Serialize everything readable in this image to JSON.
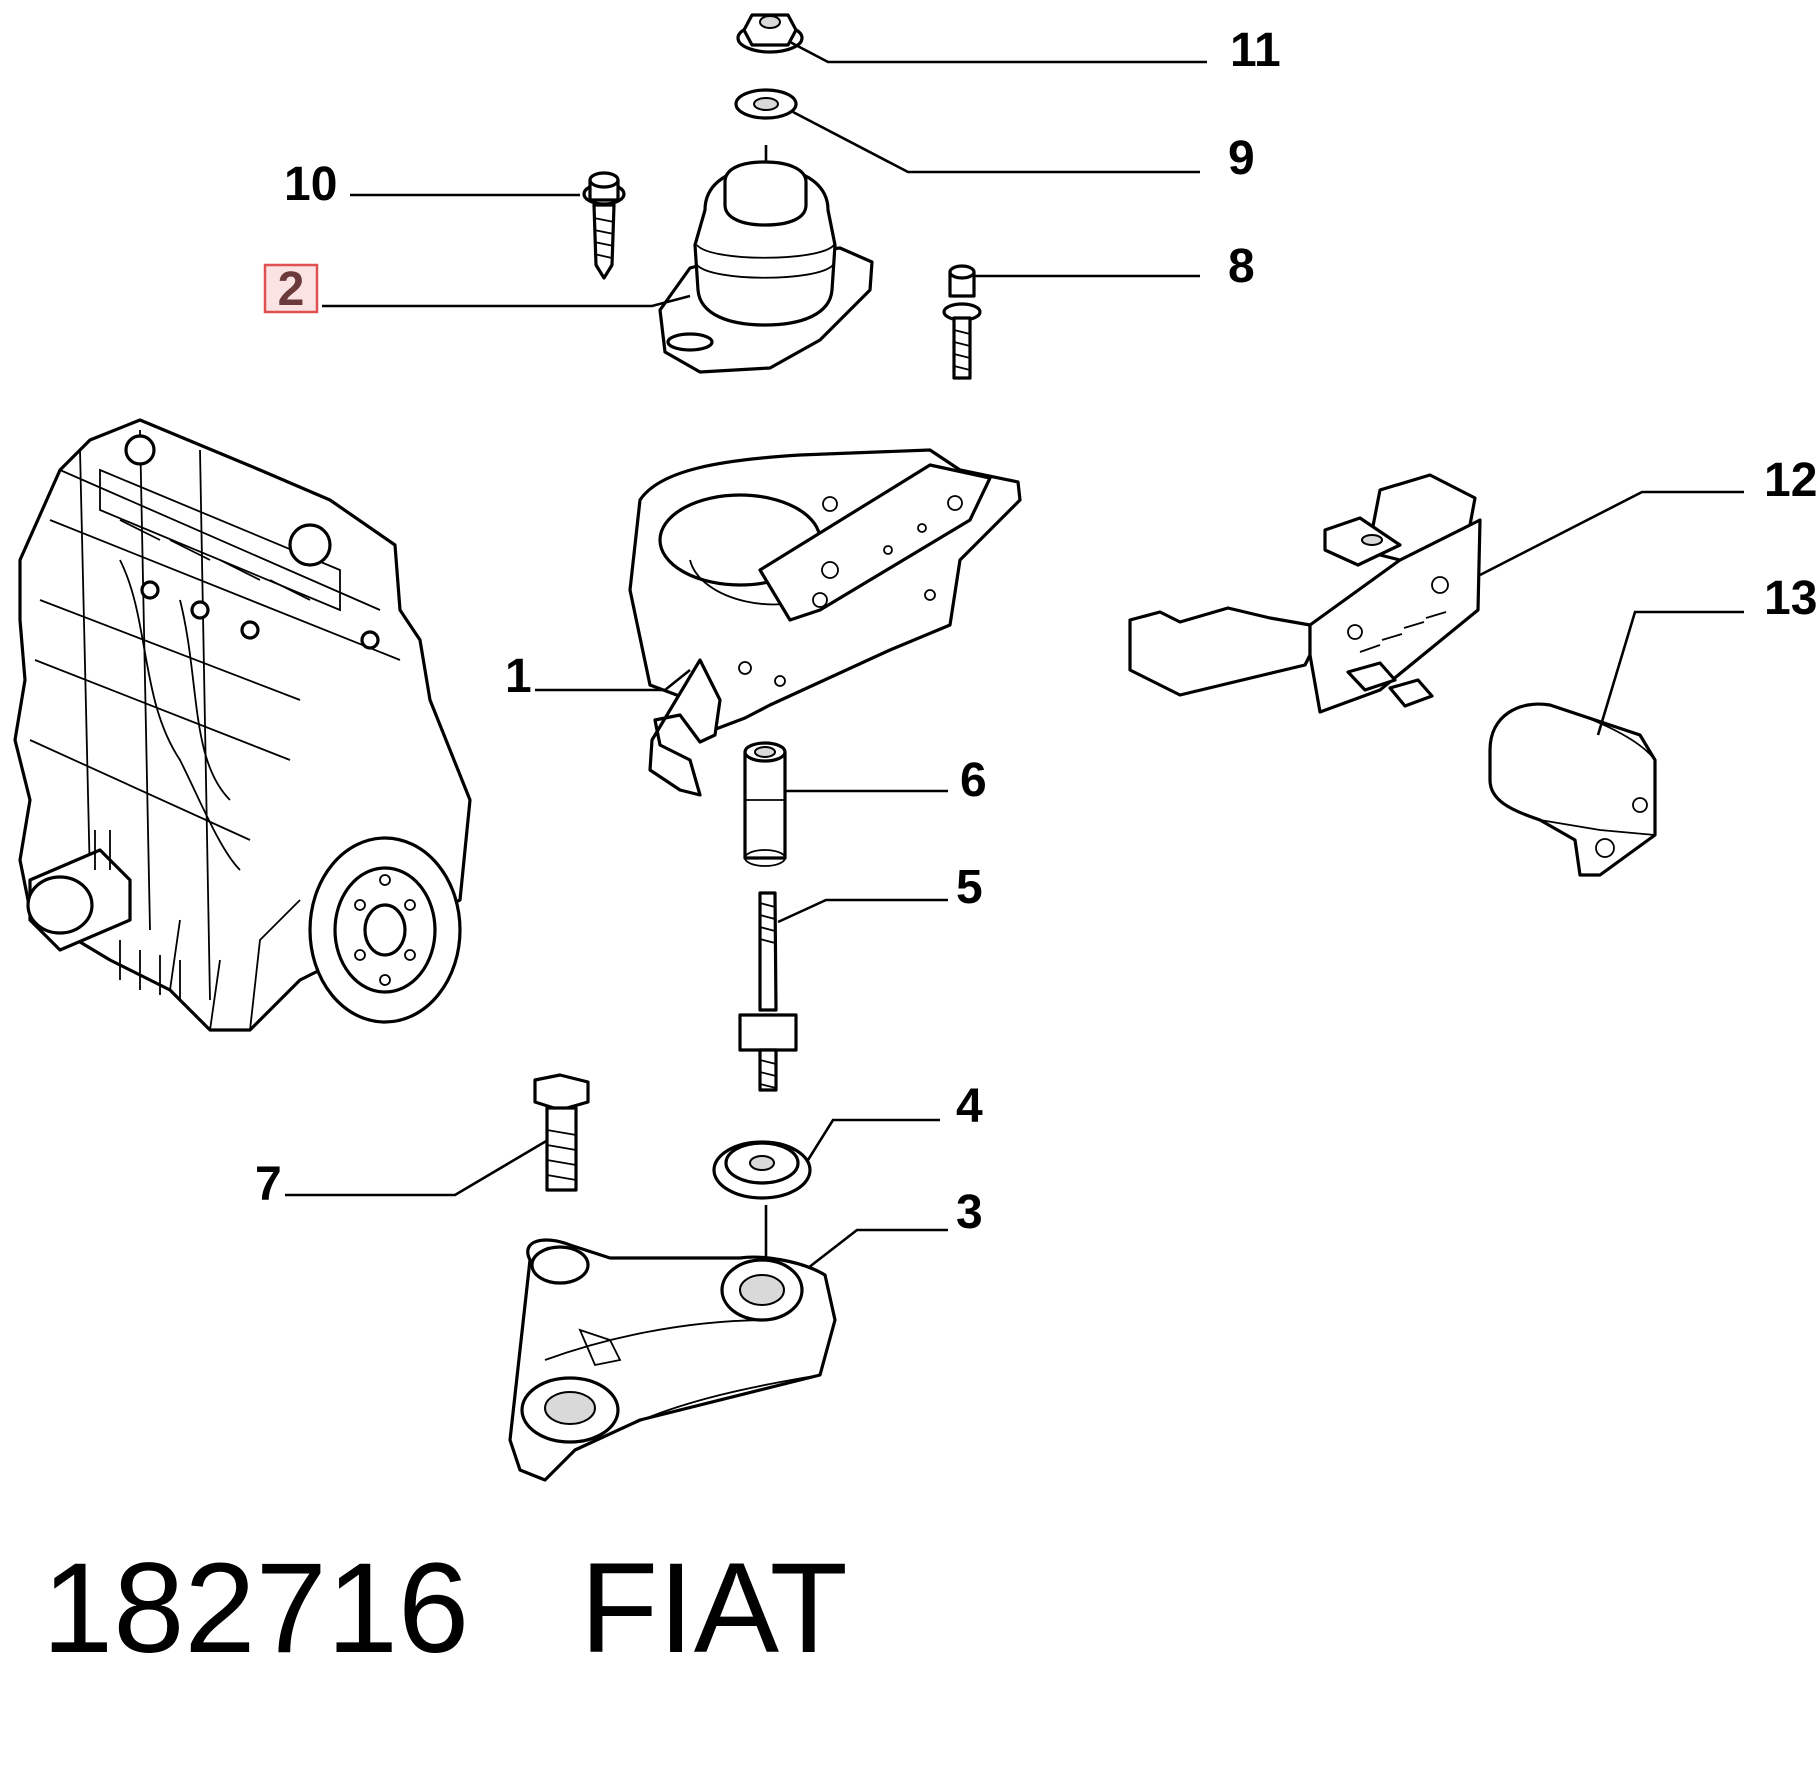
{
  "callouts": [
    {
      "id": "1",
      "label": "1",
      "highlighted": false
    },
    {
      "id": "2",
      "label": "2",
      "highlighted": true
    },
    {
      "id": "3",
      "label": "3",
      "highlighted": false
    },
    {
      "id": "4",
      "label": "4",
      "highlighted": false
    },
    {
      "id": "5",
      "label": "5",
      "highlighted": false
    },
    {
      "id": "6",
      "label": "6",
      "highlighted": false
    },
    {
      "id": "7",
      "label": "7",
      "highlighted": false
    },
    {
      "id": "8",
      "label": "8",
      "highlighted": false
    },
    {
      "id": "9",
      "label": "9",
      "highlighted": false
    },
    {
      "id": "10",
      "label": "10",
      "highlighted": false
    },
    {
      "id": "11",
      "label": "11",
      "highlighted": false
    },
    {
      "id": "12",
      "label": "12",
      "highlighted": false
    },
    {
      "id": "13",
      "label": "13",
      "highlighted": false
    }
  ],
  "footer": {
    "part_number": "182716",
    "brand": "FIAT"
  },
  "colors": {
    "highlight_box_border": "#e05050",
    "highlight_box_fill": "#fbe3e3",
    "line": "#000000"
  }
}
